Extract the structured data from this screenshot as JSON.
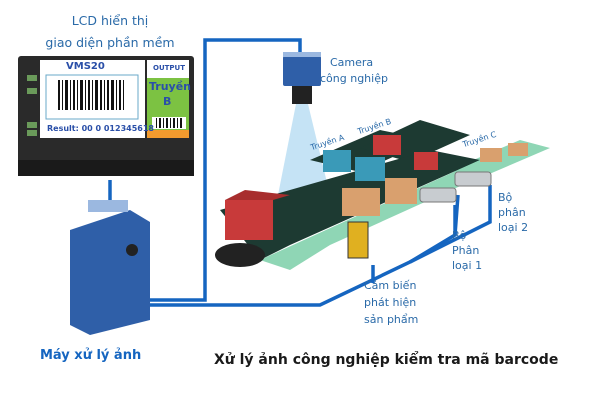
{
  "labels": {
    "lcd_line1": "LCD hiển thị",
    "lcd_line2": "giao diện phần mềm",
    "camera_line1": "Camera",
    "camera_line2": "công nghiệp",
    "lane_a": "Truyền A",
    "lane_b": "Truyền B",
    "lane_c": "Truyền C",
    "sorter2": [
      "Bộ",
      "phân",
      "loại 2"
    ],
    "sorter1": [
      "Bộ",
      "Phân",
      "loại 1"
    ],
    "sensor": [
      "Cảm biến",
      "phát hiện",
      "sản phẩm"
    ],
    "processor": "Máy xử lý ảnh",
    "title": "Xử lý ảnh công nghiệp kiểm tra mã barcode"
  },
  "screen": {
    "app_name": "VMS20",
    "output_header": "OUTPUT",
    "output_value_line1": "Truyền",
    "output_value_line2": "B",
    "result": "Result: 00 0 012345618"
  },
  "colors": {
    "wire": "#1565c0",
    "label": "#2a6aa8",
    "output_green": "#7cc242",
    "output_orange": "#f29a2e",
    "belt_dark": "#1d3a32",
    "belt_edge": "#8fd6b5",
    "box_red": "#c83a3a",
    "box_blue": "#3a9ab8",
    "box_tan": "#d9a06e"
  }
}
